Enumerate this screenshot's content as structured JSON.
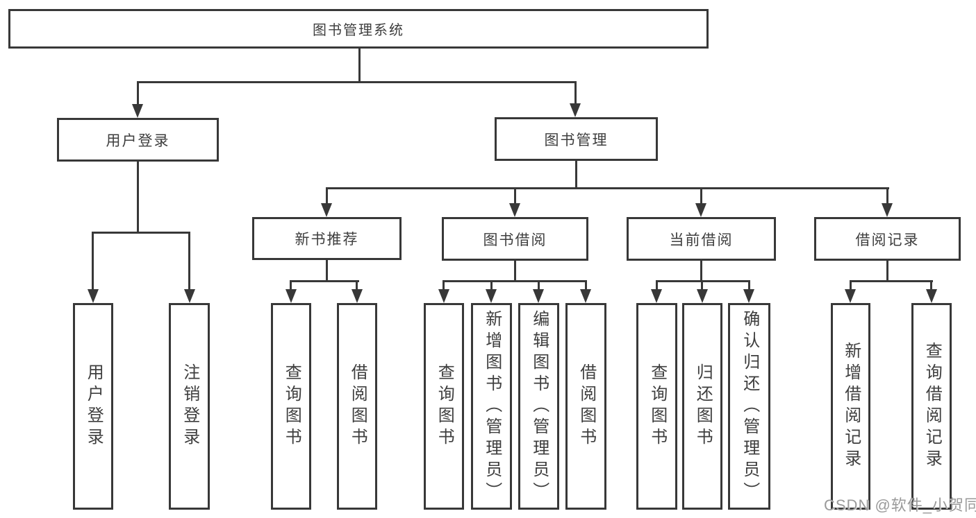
{
  "colors": {
    "line": "#383838",
    "text": "#3e3e3e",
    "watermark": "#9a9a9a"
  },
  "tree": {
    "root": {
      "label": "图书管理系统"
    },
    "branches": [
      {
        "label": "用户登录",
        "children": [
          {
            "label": "用户登录"
          },
          {
            "label": "注销登录"
          }
        ]
      },
      {
        "label": "图书管理",
        "children": [
          {
            "label": "新书推荐",
            "children": [
              {
                "label": "查询图书"
              },
              {
                "label": "借阅图书"
              }
            ]
          },
          {
            "label": "图书借阅",
            "children": [
              {
                "label": "查询图书"
              },
              {
                "label": "新增图书（管理员）"
              },
              {
                "label": "编辑图书（管理员）"
              },
              {
                "label": "借阅图书"
              }
            ]
          },
          {
            "label": "当前借阅",
            "children": [
              {
                "label": "查询图书"
              },
              {
                "label": "归还图书"
              },
              {
                "label": "确认归还（管理员）"
              }
            ]
          },
          {
            "label": "借阅记录",
            "children": [
              {
                "label": "新增借阅记录"
              },
              {
                "label": "查询借阅记录"
              }
            ]
          }
        ]
      }
    ]
  },
  "watermark": {
    "text": "CSDN @软件_小贺同学"
  }
}
